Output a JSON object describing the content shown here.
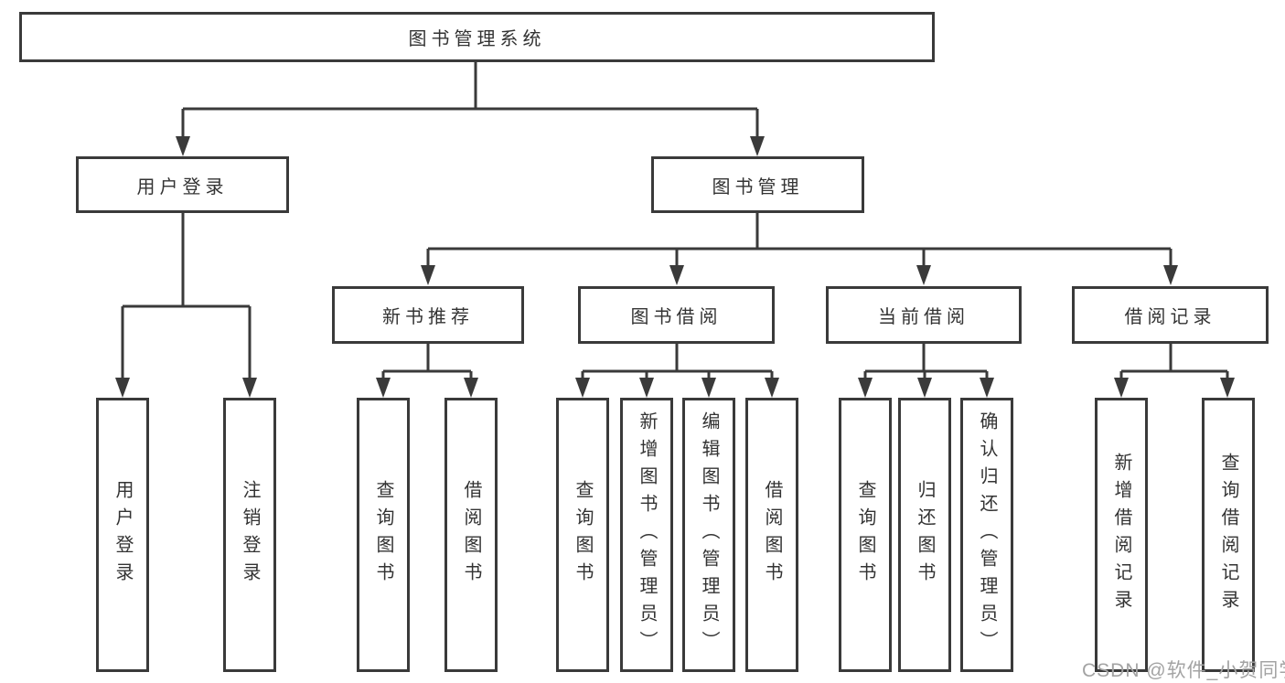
{
  "tree": {
    "root": "图书管理系统",
    "level1": [
      "用户登录",
      "图书管理"
    ],
    "level2": [
      "新书推荐",
      "图书借阅",
      "当前借阅",
      "借阅记录"
    ],
    "leaves": {
      "user": [
        "用户登录",
        "注销登录"
      ],
      "recommend": [
        "查询图书",
        "借阅图书"
      ],
      "borrow": [
        "查询图书",
        "新增图书（管理员）",
        "编辑图书（管理员）",
        "借阅图书"
      ],
      "current": [
        "查询图书",
        "归还图书",
        "确认归还（管理员）"
      ],
      "records": [
        "新增借阅记录",
        "查询借阅记录"
      ]
    }
  },
  "watermark": "CSDN @软件_小贺同学",
  "colors": {
    "line": "#3a3a3a",
    "text": "#333333",
    "watermark": "#a3a3a3"
  }
}
